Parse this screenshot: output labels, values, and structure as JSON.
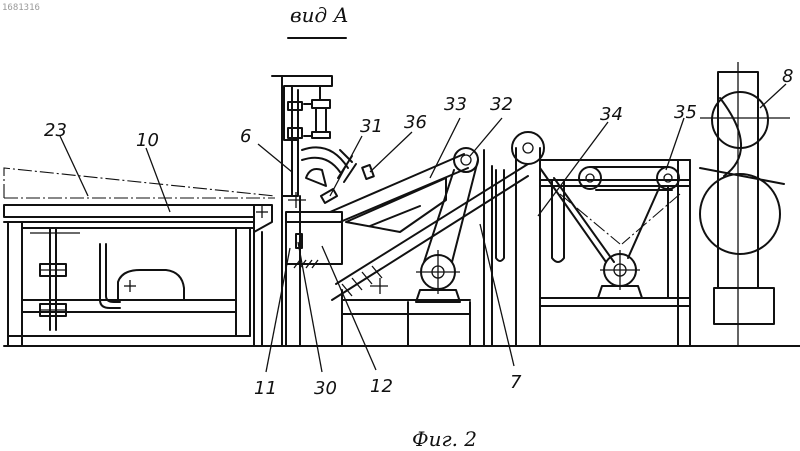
{
  "drawing": {
    "document_number": "1681316",
    "view_title": "вид А",
    "figure_caption": "Фиг. 2"
  },
  "labels": {
    "l23": "23",
    "l10": "10",
    "l6": "6",
    "l31": "31",
    "l36": "36",
    "l33": "33",
    "l32": "32",
    "l34": "34",
    "l35": "35",
    "l8": "8",
    "l11": "11",
    "l30": "30",
    "l12": "12",
    "l7": "7"
  }
}
